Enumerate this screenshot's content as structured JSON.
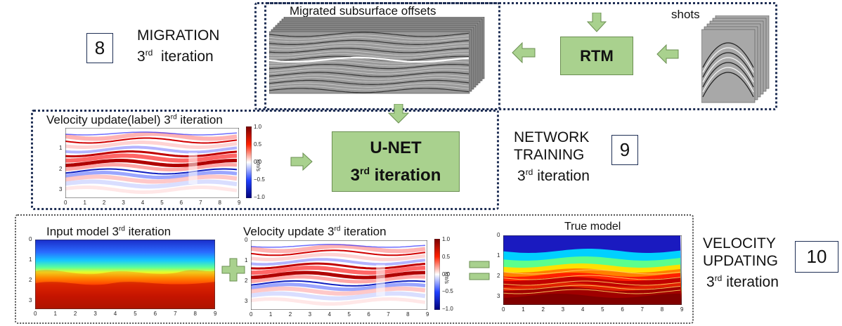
{
  "migration": {
    "number": "8",
    "title": "MIGRATION",
    "iter_num": "3",
    "iter_sup": "rd",
    "iter_word": "iteration"
  },
  "training": {
    "number": "9",
    "line1": "NETWORK",
    "line2": "TRAINING",
    "iter_num": "3",
    "iter_sup": "rd",
    "iter_word": "iteration"
  },
  "updating": {
    "number": "10",
    "line1": "VELOCITY",
    "line2": "UPDATING",
    "iter_num": "3",
    "iter_sup": "rd",
    "iter_word": "iteration"
  },
  "rtm": {
    "label": "RTM"
  },
  "unet": {
    "line1": "U-NET",
    "iter_num": "3",
    "iter_sup": "rd",
    "iter_word": "iteration"
  },
  "shots": {
    "label": "shots"
  },
  "offsets": {
    "title": "Migrated subsurface offsets"
  },
  "panels": {
    "velocity_label": {
      "title_a": "Velocity update(label) 3",
      "title_sup": "rd",
      "title_b": " iteration"
    },
    "input_model": {
      "title_a": "Input model 3",
      "title_sup": "rd",
      "title_b": " iteration"
    },
    "velocity_update": {
      "title_a": "Velocity update 3",
      "title_sup": "rd",
      "title_b": " iteration"
    },
    "true_model": {
      "title": "True model"
    }
  },
  "axes": {
    "x_ticks": [
      "0",
      "1",
      "2",
      "3",
      "4",
      "5",
      "6",
      "7",
      "8",
      "9"
    ],
    "y_ticks_full": [
      "0",
      "1",
      "2",
      "3"
    ],
    "y_ticks": [
      "1",
      "2",
      "3"
    ]
  },
  "colorbar": {
    "ticks": [
      "1.0",
      "0.5",
      "0.0",
      "−0.5",
      "−1.0"
    ],
    "unit": "km/s"
  },
  "colors": {
    "green": "#a9d18e",
    "border": "#1f2f55",
    "red": "#b40000",
    "blue": "#0000a8"
  }
}
